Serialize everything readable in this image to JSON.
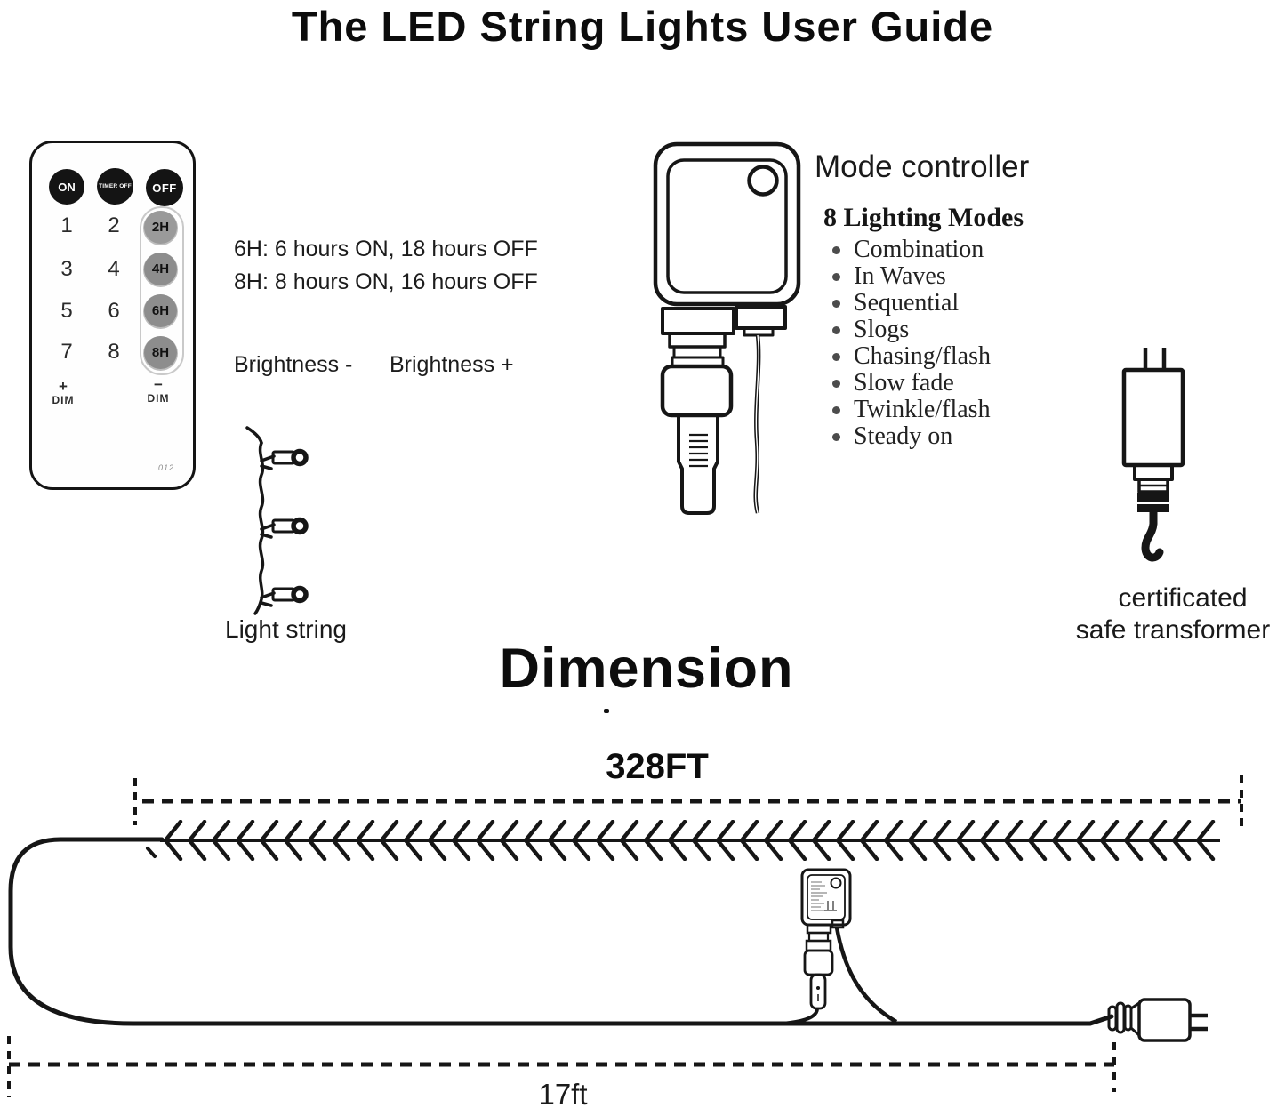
{
  "page": {
    "title": "The LED String Lights User Guide"
  },
  "remote": {
    "on_label": "ON",
    "timer_off_label": "TIMER OFF",
    "off_label": "OFF",
    "keys": [
      "1",
      "2",
      "3",
      "4",
      "5",
      "6",
      "7",
      "8"
    ],
    "timer_buttons": [
      "2H",
      "4H",
      "6H",
      "8H"
    ],
    "dim_plus_sign": "+",
    "dim_minus_sign": "−",
    "dim_label": "DIM",
    "model_code": "012"
  },
  "timer_info": {
    "line_6h": "6H: 6 hours ON, 18 hours OFF",
    "line_8h": "8H: 8 hours ON, 16 hours OFF",
    "brightness_minus": "Brightness -",
    "brightness_plus": "Brightness +"
  },
  "light_string": {
    "label": "Light string"
  },
  "mode_controller": {
    "title": "Mode controller",
    "modes_heading": "8 Lighting Modes",
    "modes": [
      "Combination",
      "In Waves",
      "Sequential",
      "Slogs",
      "Chasing/flash",
      "Slow fade",
      "Twinkle/flash",
      "Steady on"
    ]
  },
  "transformer": {
    "label_line1": "certificated",
    "label_line2": "safe transformer"
  },
  "dimension": {
    "heading": "Dimension",
    "total_length_label": "328FT",
    "lead_length_label": "17ft"
  },
  "colors": {
    "ink": "#161616",
    "button_black": "#141414",
    "button_gray": "#8d8d8d",
    "pill_outline": "#c9c9c9"
  }
}
